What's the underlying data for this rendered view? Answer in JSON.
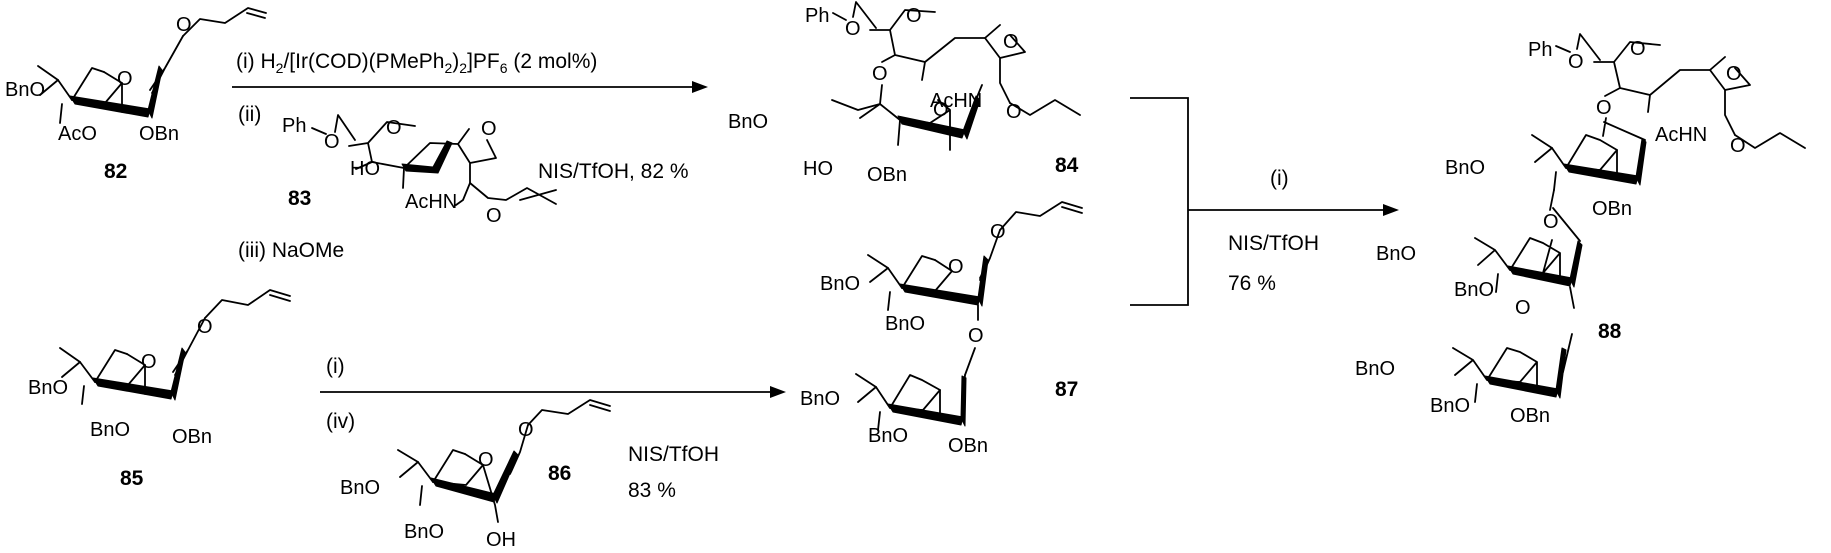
{
  "compounds": {
    "c82": {
      "number": "82",
      "sub_left": "BnO",
      "sub_bottom_left": "AcO",
      "sub_bottom_right": "OBn",
      "ring_oxygen": "O",
      "aglycone_oxygen": "O"
    },
    "c83": {
      "number": "83",
      "phenyl": "Ph",
      "acetal_o1": "O",
      "acetal_o2": "O",
      "hydroxyl": "HO",
      "acetamido": "AcHN",
      "ring_oxygen": "O",
      "aglycone_oxygen": "O"
    },
    "c84": {
      "number": "84",
      "phenyl": "Ph",
      "acetal_o1": "O",
      "acetal_o2": "O",
      "link_oxygen": "O",
      "acetamido": "AcHN",
      "ring_oxygen_glc": "O",
      "aglycone_oxygen": "O",
      "sub_left": "BnO",
      "hydroxyl": "HO",
      "sub_bottom_right": "OBn",
      "ring_oxygen_rha": "O"
    },
    "c85": {
      "number": "85",
      "sub_left": "BnO",
      "sub_bottom_left": "BnO",
      "sub_bottom_right": "OBn",
      "ring_oxygen": "O",
      "aglycone_oxygen": "O"
    },
    "c86": {
      "number": "86",
      "sub_left": "BnO",
      "sub_bottom_left": "BnO",
      "hydroxyl": "OH",
      "ring_oxygen": "O",
      "aglycone_oxygen": "O"
    },
    "c87": {
      "number": "87",
      "upper_sub_left": "BnO",
      "upper_sub_bottom": "BnO",
      "link_oxygen": "O",
      "lower_sub_left": "BnO",
      "lower_sub_bottom_left": "BnO",
      "lower_sub_bottom_right": "OBn",
      "ring_oxygen": "O",
      "aglycone_oxygen": "O"
    },
    "c88": {
      "number": "88",
      "phenyl": "Ph",
      "acetal_o1": "O",
      "acetal_o2": "O",
      "link_oxygen_1": "O",
      "acetamido": "AcHN",
      "ring_oxygen": "O",
      "aglycone_oxygen": "O",
      "r1_sub_left": "BnO",
      "r1_sub_bottom_right": "OBn",
      "link_oxygen_2": "O",
      "r2_sub_left": "BnO",
      "r2_sub_bottom": "BnO",
      "link_oxygen_3": "O",
      "r3_sub_left": "BnO",
      "r3_sub_bottom_left": "BnO",
      "r3_sub_bottom_right": "OBn"
    }
  },
  "conditions": {
    "step1_i_prefix": "(i) H",
    "step1_i_sub1": "2",
    "step1_i_mid1": "/[Ir(COD)(PMePh",
    "step1_i_sub2": "2",
    "step1_i_mid2": ")",
    "step1_i_sub3": "2",
    "step1_i_mid3": "]PF",
    "step1_i_sub4": "6",
    "step1_i_suffix": " (2 mol%)",
    "step1_ii": "(ii)",
    "step1_glycosylation": "NIS/TfOH, 82 %",
    "step1_iii": "(iii) NaOMe",
    "step2_i": "(i)",
    "step2_iv": "(iv)",
    "step2_glycosylation": "NIS/TfOH",
    "step2_yield": "83 %",
    "step3_i": "(i)",
    "step3_glycosylation": "NIS/TfOH",
    "step3_yield": "76 %"
  }
}
